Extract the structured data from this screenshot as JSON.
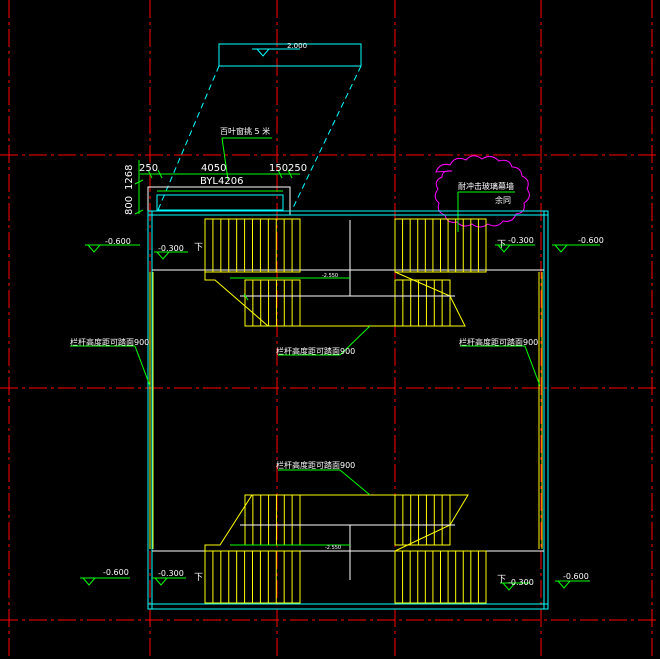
{
  "drawing": {
    "colors": {
      "background": "#000000",
      "axis": "#ff0000",
      "wall": "#00ffff",
      "stair": "#ffff00",
      "annotation": "#00ff00",
      "cloud": "#ff00ff",
      "dimension_text": "#ffffff"
    },
    "top_box_elevation": "2.000",
    "louver_note": "百叶窗挑 5 米",
    "dims": {
      "d250_left": "250",
      "d4050": "4050",
      "d150": "150",
      "d250_right": "250",
      "d1268": "1268",
      "d800": "800"
    },
    "beam_tag": "BYL4206",
    "cloud_note_1": "耐冲击玻璃幕墙",
    "cloud_note_2": "余同",
    "elev_outer_neg0600": "-0.600",
    "elev_inner_neg0300": "-0.300",
    "landing_mark_top": "-2.550",
    "landing_mark_bottom": "-2.550",
    "railing_note": "栏杆高度距可踏面900",
    "railing_left": "栏杆高度距可踏面900",
    "railing_right": "栏杆高度距可踏面900",
    "railing_lower": "栏杆高度距可踏面900",
    "up_mark": "下"
  }
}
